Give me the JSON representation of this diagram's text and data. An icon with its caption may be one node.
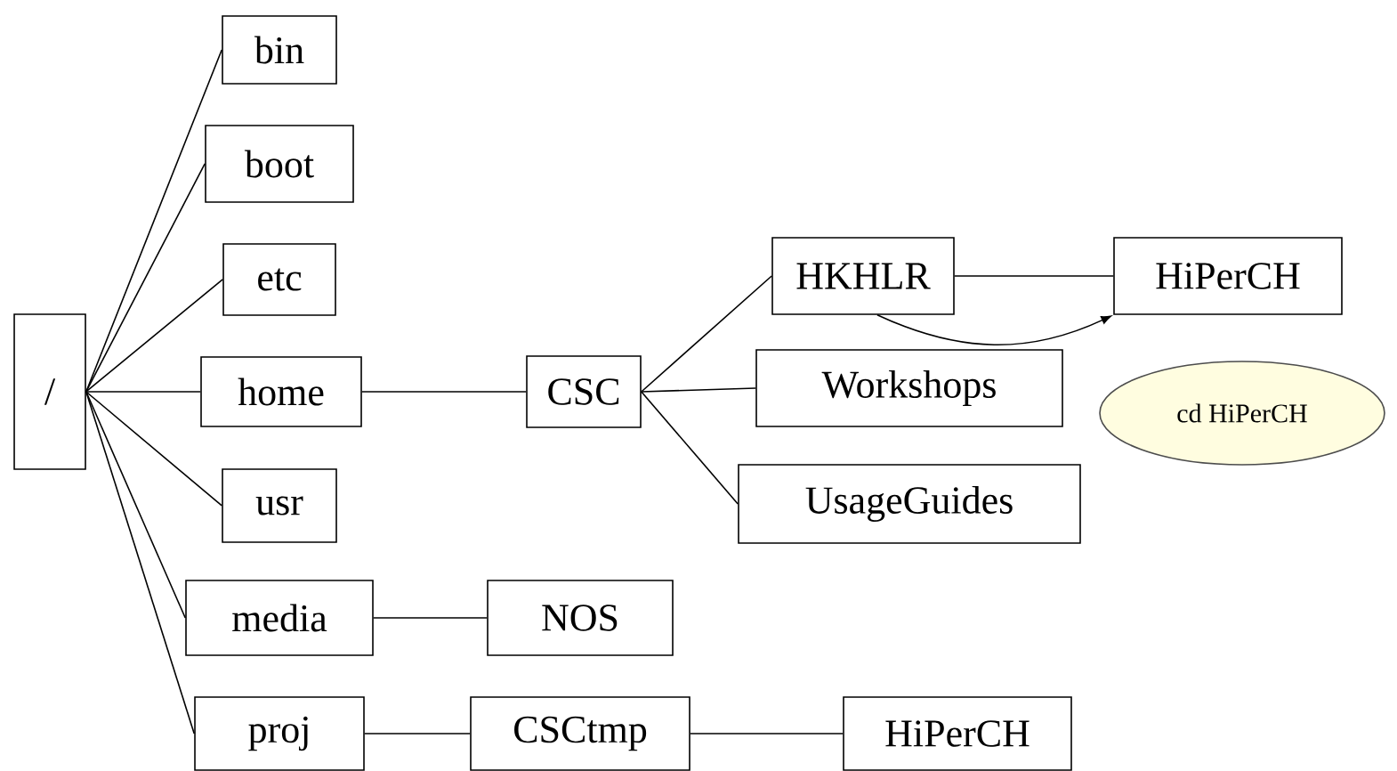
{
  "diagram": {
    "nodes": [
      {
        "text": [
          "/"
        ]
      },
      {
        "text": [
          "bin"
        ]
      },
      {
        "text": [
          "boot"
        ]
      },
      {
        "text": [
          "etc"
        ]
      },
      {
        "text": [
          "home"
        ]
      },
      {
        "text": [
          "usr"
        ]
      },
      {
        "text": [
          "media"
        ]
      },
      {
        "text": [
          "proj"
        ]
      },
      {
        "text": [
          "CSC"
        ]
      },
      {
        "text": [
          "HKHLR"
        ]
      },
      {
        "text": [
          "HiPerCH"
        ]
      },
      {
        "text": [
          "Workshops"
        ]
      },
      {
        "text": [
          "UsageGuides"
        ]
      },
      {
        "text": [
          "cd HiPerCH"
        ]
      },
      {
        "text": [
          "NOS"
        ]
      },
      {
        "text": [
          "CSCtmp"
        ]
      },
      {
        "text": [
          "HiPerCH"
        ]
      }
    ],
    "edges": [
      {
        "from": 0,
        "to": 1,
        "arrow": "none"
      },
      {
        "from": 0,
        "to": 2,
        "arrow": "none"
      },
      {
        "from": 0,
        "to": 3,
        "arrow": "none"
      },
      {
        "from": 0,
        "to": 4,
        "arrow": "none"
      },
      {
        "from": 0,
        "to": 5,
        "arrow": "none"
      },
      {
        "from": 0,
        "to": 6,
        "arrow": "none"
      },
      {
        "from": 0,
        "to": 7,
        "arrow": "none"
      },
      {
        "from": 4,
        "to": 8,
        "arrow": "none"
      },
      {
        "from": 8,
        "to": 9,
        "arrow": "none"
      },
      {
        "from": 8,
        "to": 11,
        "arrow": "none"
      },
      {
        "from": 8,
        "to": 12,
        "arrow": "none"
      },
      {
        "from": 9,
        "to": 10,
        "arrow": "none"
      },
      {
        "from": 9,
        "to": 10,
        "arrow": "to"
      },
      {
        "from": 6,
        "to": 14,
        "arrow": "none"
      },
      {
        "from": 7,
        "to": 15,
        "arrow": "none"
      },
      {
        "from": 15,
        "to": 16,
        "arrow": "none"
      }
    ]
  }
}
